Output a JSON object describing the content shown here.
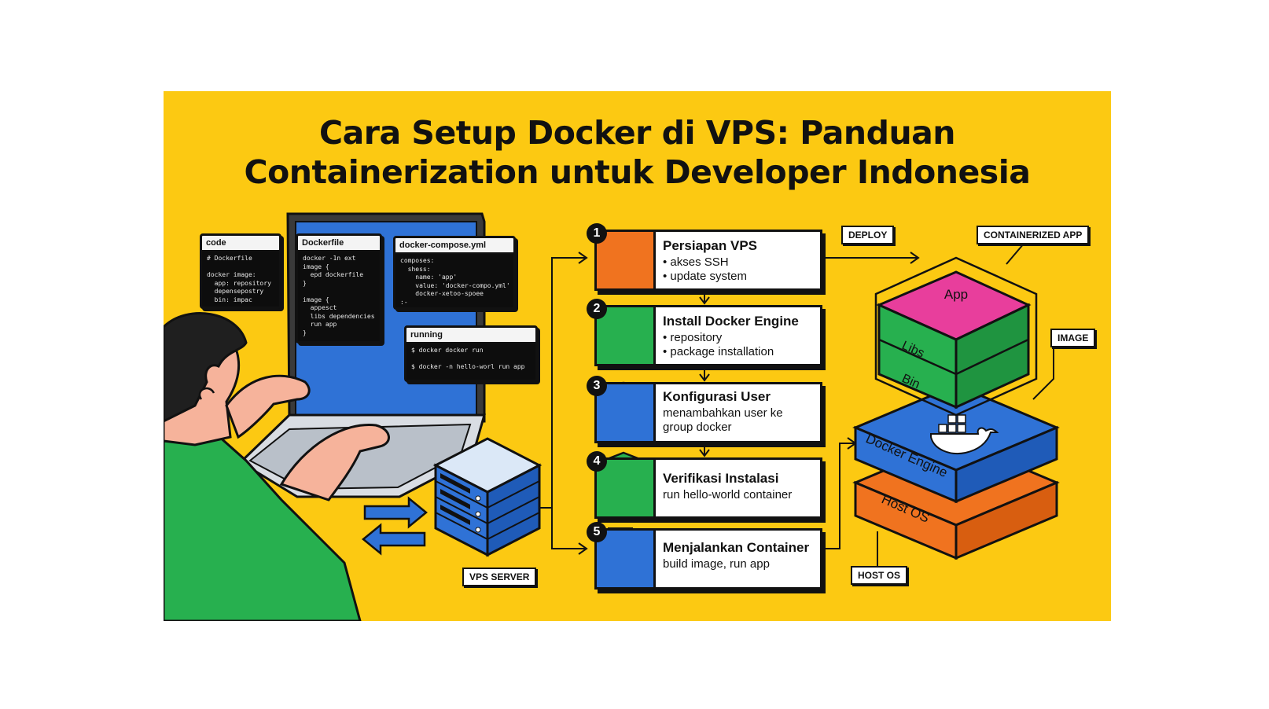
{
  "title": {
    "line1": "Cara Setup Docker di VPS: Panduan",
    "line2": "Containerization untuk Developer Indonesia"
  },
  "code_windows": [
    {
      "tab": "code",
      "lines": [
        "# Dockerfile",
        "",
        "docker image:",
        "  app: repository",
        "  depensepostry",
        "  bin: impac"
      ]
    },
    {
      "tab": "Dockerfile",
      "lines": [
        "docker -1n ext",
        "image {",
        "  epd dockerfile",
        "}",
        "",
        "image {",
        "  appesct",
        "  libs dependencies",
        "  run app",
        "}"
      ]
    },
    {
      "tab": "docker-compose.yml",
      "lines": [
        "composes:",
        "  shess:",
        "    name: 'app'",
        "    value: 'docker-compo.yml'",
        "    docker-xetoo-spoee",
        ":-"
      ]
    },
    {
      "tab": "running",
      "lines": [
        "$ docker docker run",
        "",
        "$ docker -n hello-worl run app"
      ]
    }
  ],
  "server_label": "VPS SERVER",
  "steps": [
    {
      "number": "1",
      "title": "Persiapan VPS",
      "lines": [
        "• akses SSH",
        "• update system"
      ],
      "icon": "terminal-icon",
      "color": "#f0731f"
    },
    {
      "number": "2",
      "title": "Install Docker Engine",
      "lines": [
        "• repository",
        "• package installation"
      ],
      "icon": "gear-icon",
      "color": "#27b04f"
    },
    {
      "number": "3",
      "title": "Konfigurasi User",
      "lines": [
        "menambahkan user ke",
        "group docker"
      ],
      "icon": "user-icon",
      "color": "#2f72d6"
    },
    {
      "number": "4",
      "title": "Verifikasi Instalasi",
      "lines": [
        "run hello-world container"
      ],
      "icon": "shield-check-icon",
      "color": "#27b04f"
    },
    {
      "number": "5",
      "title": "Menjalankan Container",
      "lines": [
        "build image, run app"
      ],
      "icon": "containers-icon",
      "color": "#2f72d6"
    }
  ],
  "stack_tags": {
    "deploy": "DEPLOY",
    "containerized_app": "CONTAINERIZED APP",
    "image": "IMAGE",
    "host_os": "HOST OS"
  },
  "stack_layers": {
    "app": "App",
    "libs": "Libs",
    "bin": "Bin",
    "engine": "Docker Engine",
    "host": "Host OS"
  },
  "colors": {
    "background": "#fcc912",
    "orange": "#f0731f",
    "green": "#27b04f",
    "blue": "#2f72d6",
    "pink": "#e83e9c",
    "outline": "#111111"
  }
}
